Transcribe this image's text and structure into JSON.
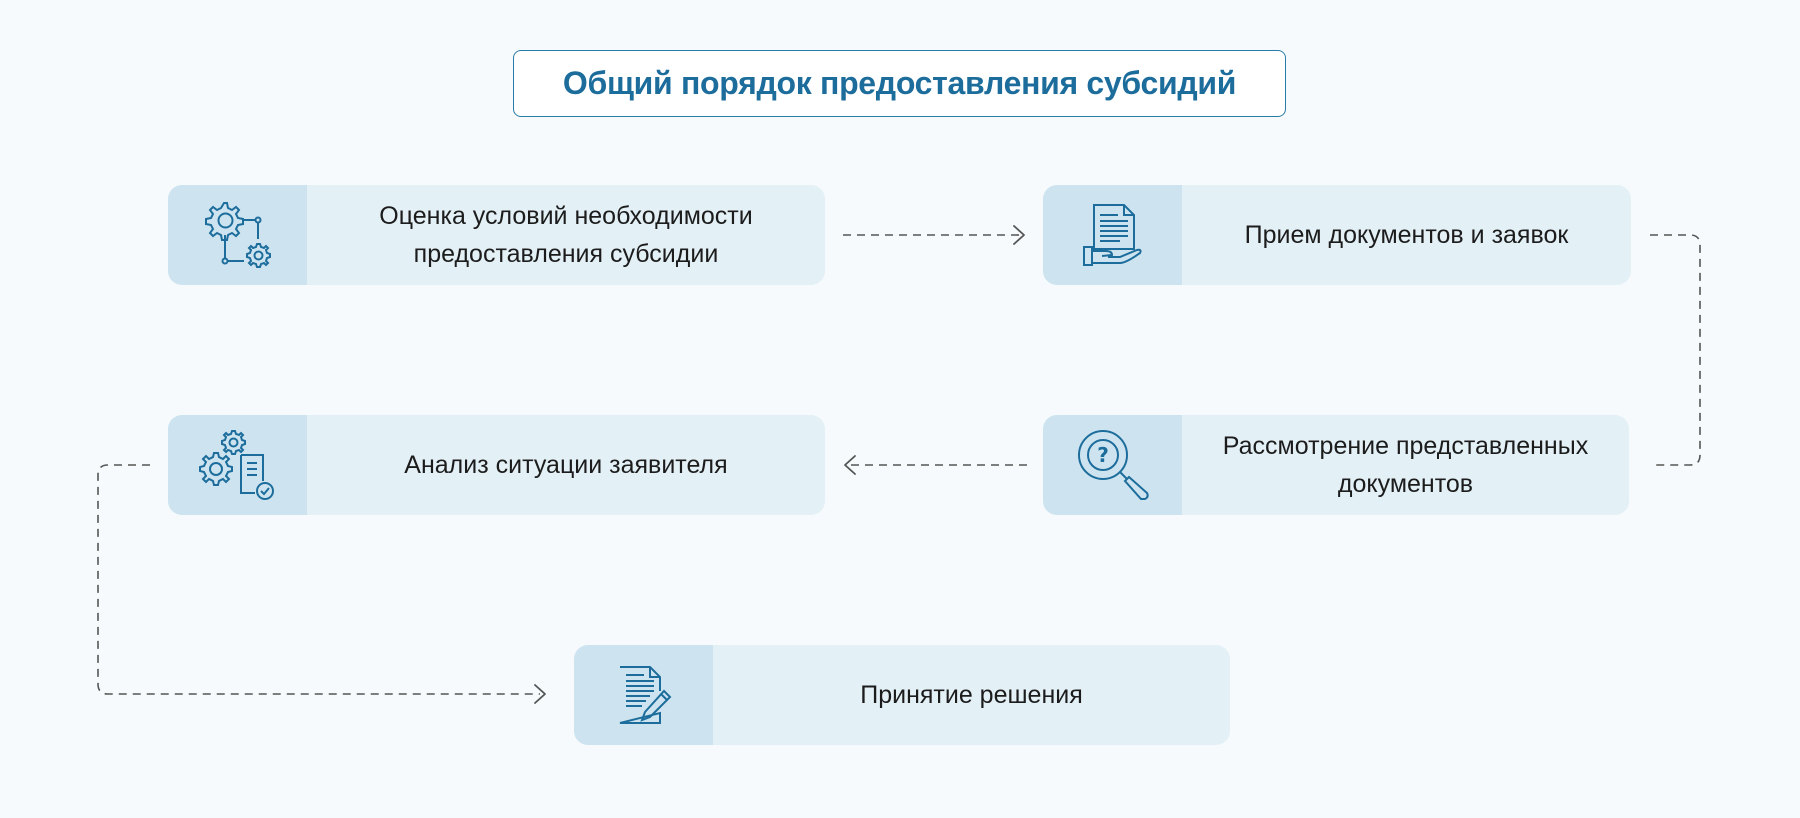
{
  "title": "Общий порядок предоставления субсидий",
  "colors": {
    "accent": "#1d6d9c",
    "icon_bg": "#cde4f0",
    "card_bg": "#e3f0f6",
    "connector": "#555555"
  },
  "steps": [
    {
      "label": "Оценка условий необходимости\nпредоставления субсидии",
      "icon": "gears-network-icon"
    },
    {
      "label": "Прием документов и заявок",
      "icon": "document-on-hand-icon"
    },
    {
      "label": "Рассмотрение представленных\nдокументов",
      "icon": "magnifier-question-icon"
    },
    {
      "label": "Анализ ситуации заявителя",
      "icon": "gears-checklist-icon"
    },
    {
      "label": "Принятие решения",
      "icon": "document-pen-icon"
    }
  ]
}
